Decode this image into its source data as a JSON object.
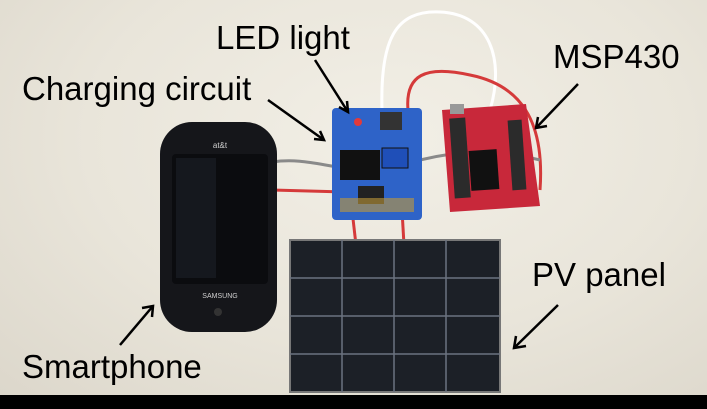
{
  "labels": {
    "led_light": "LED light",
    "charging_circuit": "Charging circuit",
    "msp430": "MSP430",
    "pv_panel": "PV panel",
    "smartphone": "Smartphone"
  },
  "phone": {
    "brand": "SAMSUNG",
    "carrier": "at&t"
  },
  "colors": {
    "background": "#ebe7dc",
    "board_blue": "#2e63c8",
    "launchpad_red": "#c8283a",
    "wire_red": "#d53a3a",
    "pv_cell": "#2a2f38"
  }
}
